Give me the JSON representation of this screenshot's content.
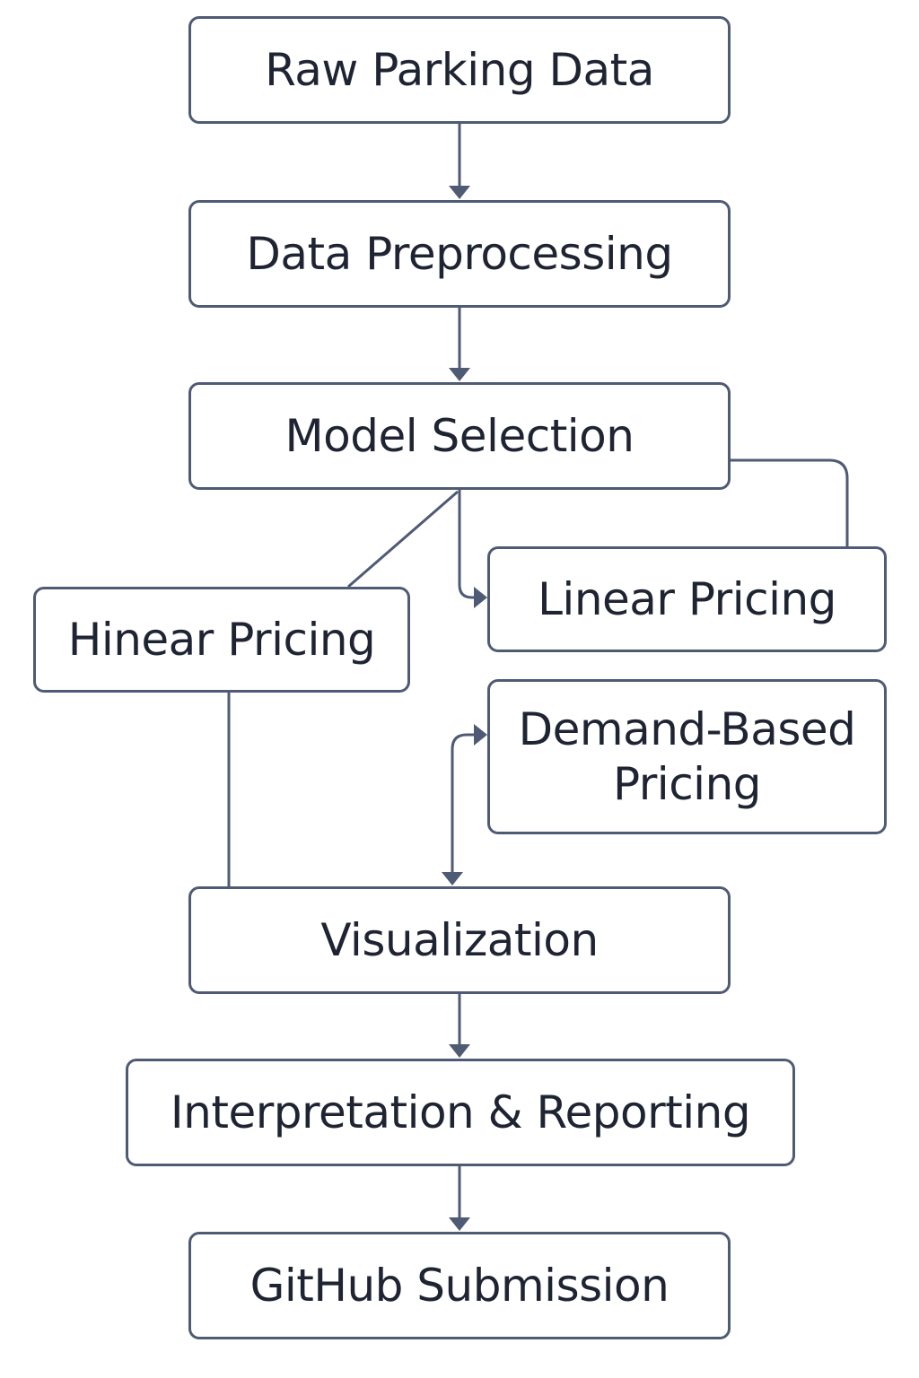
{
  "diagram": {
    "nodes": {
      "raw": "Raw Parking Data",
      "prep": "Data Preprocessing",
      "model": "Model Selection",
      "left": "Hinear Pricing",
      "linear": "Linear Pricing",
      "demand": "Demand-Based\nPricing",
      "vis": "Visualization",
      "interp": "Interpretation & Reporting",
      "git": "GitHub Submission"
    },
    "edges": [
      {
        "from": "raw",
        "to": "prep",
        "arrow": true
      },
      {
        "from": "prep",
        "to": "model",
        "arrow": true
      },
      {
        "from": "model",
        "to": "left",
        "arrow": false
      },
      {
        "from": "model",
        "to": "linear",
        "arrow": true
      },
      {
        "from": "model",
        "to": "linear",
        "arrow": false
      },
      {
        "from": "left",
        "to": "vis",
        "arrow": false
      },
      {
        "from": "vis",
        "to": "demand",
        "arrow": true,
        "bidirectional": true
      },
      {
        "from": "vis",
        "to": "interp",
        "arrow": true
      },
      {
        "from": "interp",
        "to": "git",
        "arrow": true
      }
    ],
    "colors": {
      "stroke": "#4f5a74",
      "text": "#1f2433",
      "background": "#ffffff"
    }
  }
}
